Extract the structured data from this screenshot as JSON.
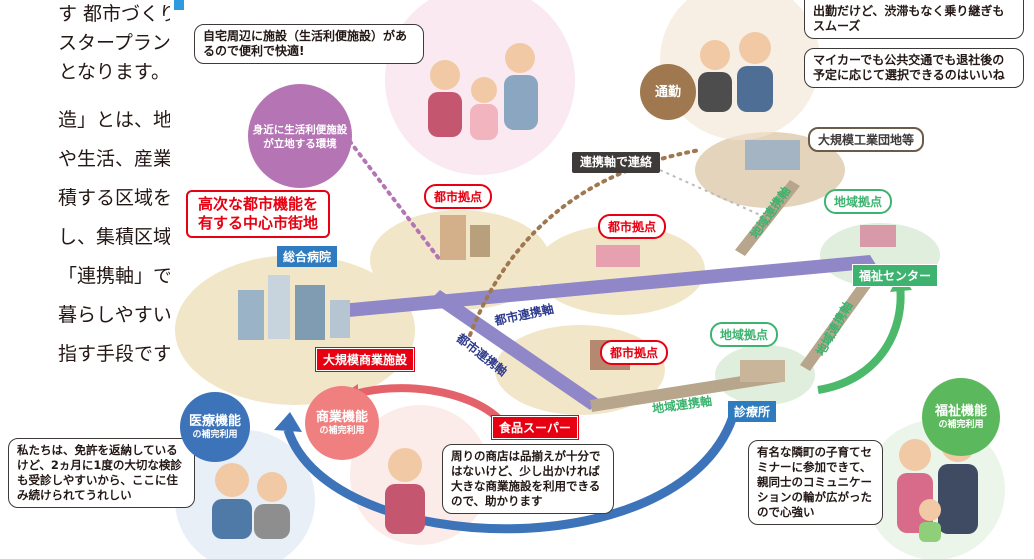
{
  "body_text": [
    "す 都市づくり",
    "スタープランの",
    "となります。",
    "造」とは、地域",
    "や生活、産業、",
    "積する区域を",
    "し、集積区域",
    "「連携軸」で",
    "暮らしやすい",
    "指す手段です。"
  ],
  "bubbles": {
    "top_left": "自宅周辺に施設（生活利便施設）があるので便利で快適!",
    "commute_1": "出勤だけど、渋滞もなく乗り継ぎもスムーズ",
    "commute_2": "マイカーでも公共交通でも退社後の予定に応じて選択できるのはいいね",
    "elderly": "私たちは、免許を返納しているけど、2ヵ月に1度の大切な検診も受診しやすいから、ここに住み続けられてうれしい",
    "shopper": "周りの商店は品揃えが十分ではないけど、少し出かければ大きな商業施設を利用できるので、助かります",
    "parent": "有名な隣町の子育てセミナーに参加できて、親同士のコミュニケーションの輪が広がったので心強い"
  },
  "circles": {
    "nearby": {
      "title": "身近に生活利便施設",
      "sub": "が立地する環境"
    },
    "commute": {
      "title": "通勤"
    },
    "medical": {
      "title": "医療機能",
      "sub": "の補完利用"
    },
    "commerce": {
      "title": "商業機能",
      "sub": "の補完利用"
    },
    "welfare": {
      "title": "福祉機能",
      "sub": "の補完利用"
    }
  },
  "labels": {
    "center_city": "高次な都市機能を\n有する中心市街地",
    "hospital": "総合病院",
    "large_commercial": "大規模商業施設",
    "supermarket": "食品スーパー",
    "clinic": "診療所",
    "welfare_center": "福祉センター",
    "industrial": "大規模工業団地等",
    "link_connect": "連携軸で連絡",
    "urban_hub_1": "都市拠点",
    "urban_hub_2": "都市拠点",
    "urban_hub_3": "都市拠点",
    "regional_hub_1": "地域拠点",
    "regional_hub_2": "地域拠点"
  },
  "axes": {
    "urban_axis_1": "都市連携軸",
    "urban_axis_2": "都市連携軸",
    "regional_axis_1": "地域連携軸",
    "regional_axis_2": "地域連携軸",
    "regional_axis_3": "地域連携軸"
  },
  "colors": {
    "red": "#e60012",
    "blue": "#2e7bbf",
    "green": "#3eb370",
    "purple": "#b574b4",
    "tan": "#a07850",
    "commerce_pink": "#f08080",
    "welfare_green": "#5cb85c"
  }
}
